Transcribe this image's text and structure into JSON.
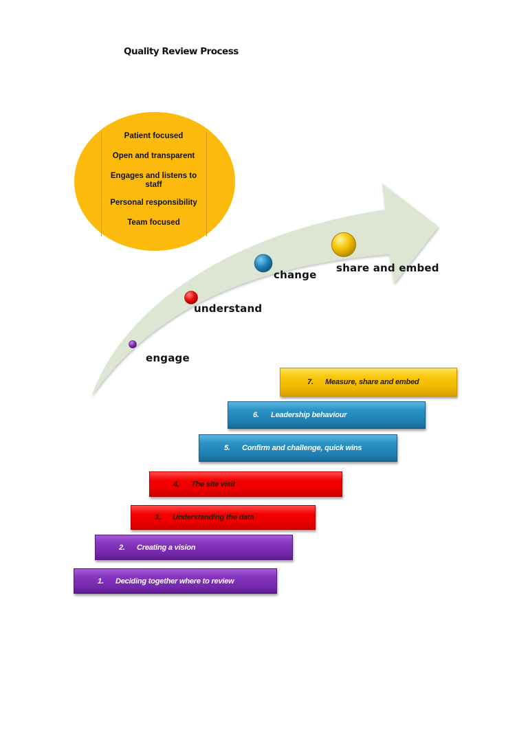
{
  "title": "Quality Review Process",
  "values": {
    "fill_color": "#fcbb0c",
    "items": [
      "Patient focused",
      "Open and transparent",
      "Engages and listens to staff",
      "Personal responsibility",
      "Team focused"
    ]
  },
  "journey_arrow": {
    "fill_color": "#dde5d3",
    "stages": [
      {
        "label": "engage",
        "dot_color": "#7b2fb0"
      },
      {
        "label": "understand",
        "dot_color": "#ee1111"
      },
      {
        "label": "change",
        "dot_color": "#2486bd"
      },
      {
        "label": "share and embed",
        "dot_color": "#f5c400"
      }
    ]
  },
  "steps": [
    {
      "number": "7.",
      "label": "Measure, share and embed",
      "color": "#f5c000"
    },
    {
      "number": "6.",
      "label": "Leadership behaviour",
      "color": "#2486bd"
    },
    {
      "number": "5.",
      "label": "Confirm and challenge,  quick wins",
      "color": "#2486bd"
    },
    {
      "number": "4.",
      "label": "The site visit",
      "color": "#ee0000"
    },
    {
      "number": "3.",
      "label": "Understanding  the data",
      "color": "#ee0000"
    },
    {
      "number": "2.",
      "label": "Creating  a vision",
      "color": "#7b2fb0"
    },
    {
      "number": "1.",
      "label": "Deciding  together where to review",
      "color": "#7b2fb0"
    }
  ]
}
